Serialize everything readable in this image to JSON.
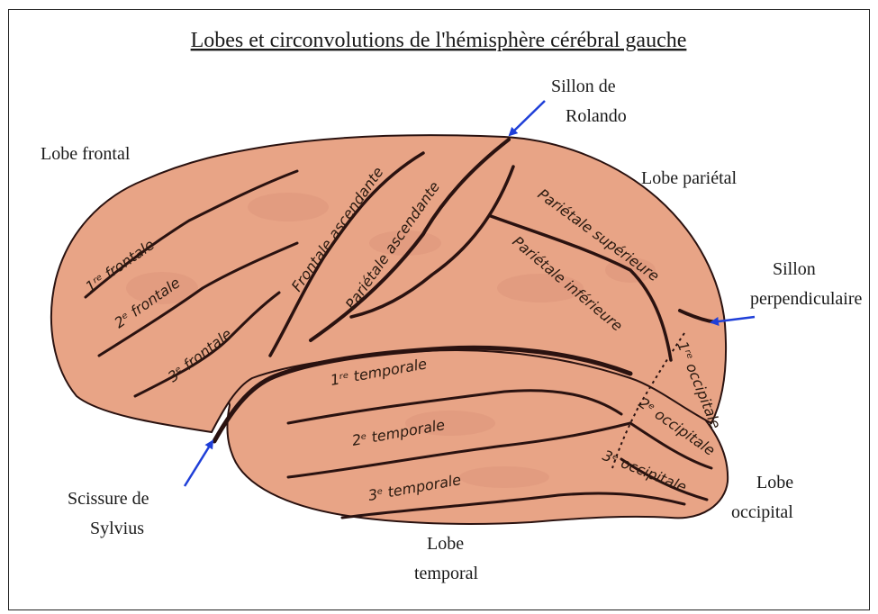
{
  "title": "Lobes et circonvolutions de l'hémisphère cérébral gauche",
  "lobes": {
    "frontal": "Lobe frontal",
    "parietal": "Lobe pariétal",
    "temporal_1": "Lobe",
    "temporal_2": "temporal",
    "occipital_1": "Lobe",
    "occipital_2": "occipital"
  },
  "landmarks": {
    "rolando_1": "Sillon de",
    "rolando_2": "Rolando",
    "perpendiculaire_1": "Sillon",
    "perpendiculaire_2": "perpendiculaire",
    "sylvius_1": "Scissure de",
    "sylvius_2": "Sylvius"
  },
  "gyri": {
    "frontale_1": "1ʳᵉ frontale",
    "frontale_2": "2ᵉ frontale",
    "frontale_3": "3ᵉ frontale",
    "frontale_ascendante": "Frontale ascendante",
    "parietale_ascendante": "Pariétale ascendante",
    "parietale_superieure": "Pariétale supérieure",
    "parietale_inferieure": "Pariétale inférieure",
    "temporale_1": "1ʳᵉ temporale",
    "temporale_2": "2ᵉ temporale",
    "temporale_3": "3ᵉ temporale",
    "occipitale_1": "1ʳᵉ occipitale",
    "occipitale_2": "2ᵉ occipitale",
    "occipitale_3": "3ᵉ occipitale"
  },
  "colors": {
    "brain_fill": "#e8a486",
    "sulcus": "#2a1210",
    "arrow": "#1f3fd8"
  }
}
